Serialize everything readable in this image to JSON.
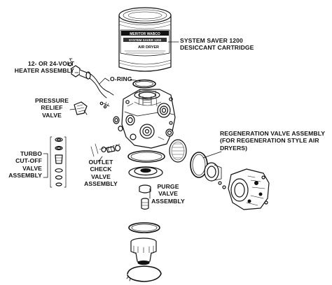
{
  "cartridge": {
    "brand": "MERITOR WABCO",
    "product": "SYSTEM SAVER 1200",
    "model": "AIR DRYER"
  },
  "labels": {
    "cartridge": [
      "SYSTEM SAVER 1200",
      "DESICCANT CARTRIDGE"
    ],
    "heater": [
      "12- OR 24-VOLT",
      "HEATER ASSEMBLY"
    ],
    "oring": [
      "O-RING"
    ],
    "pressure_relief": [
      "PRESSURE",
      "RELIEF",
      "VALVE"
    ],
    "regeneration": [
      "REGENERATION VALVE ASSEMBLY",
      "(FOR REGENERATION STYLE AIR",
      "DRYERS)"
    ],
    "turbo": [
      "TURBO",
      "CUT-OFF",
      "VALVE",
      "ASSEMBLY"
    ],
    "outlet_check": [
      "OUTLET",
      "CHECK",
      "VALVE",
      "ASSEMBLY"
    ],
    "purge": [
      "PURGE",
      "VALVE",
      "ASSEMBLY"
    ]
  }
}
